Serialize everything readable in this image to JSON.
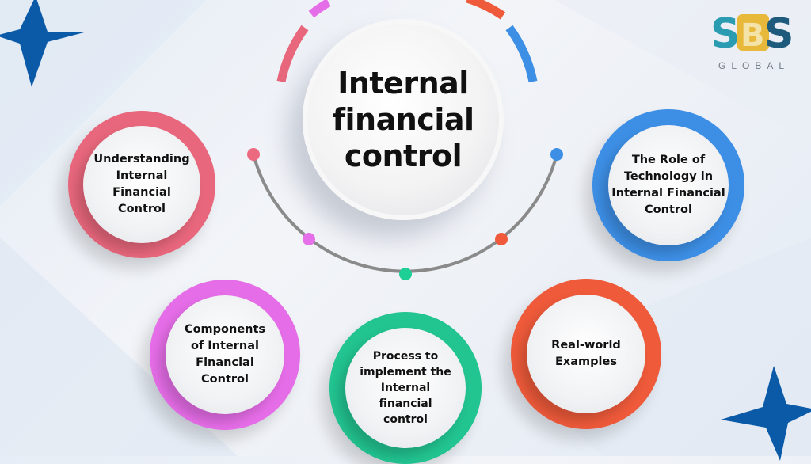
{
  "brand": {
    "logo_letters": [
      "S",
      "B",
      "S"
    ],
    "logo_subtitle": "GLOBAL",
    "colors": {
      "teal": "#2a9bb0",
      "yellow": "#e8b83a",
      "navy": "#1d5a7c",
      "subtitle": "#6f7a80"
    }
  },
  "center": {
    "title_lines": [
      "Internal",
      "financial",
      "control"
    ]
  },
  "topics": [
    {
      "id": "understanding",
      "label": "Understanding Internal Financial Control",
      "lines": [
        "Understanding",
        "Internal",
        "Financial",
        "Control"
      ],
      "color": "#e8677c"
    },
    {
      "id": "components",
      "label": "Components of Internal Financial Control",
      "lines": [
        "Components",
        "of Internal",
        "Financial",
        "Control"
      ],
      "color": "#e66de8"
    },
    {
      "id": "process",
      "label": "Process to implement the Internal financial control",
      "lines": [
        "Process to",
        "implement the",
        "Internal",
        "financial",
        "control"
      ],
      "color": "#22c490"
    },
    {
      "id": "real-world",
      "label": "Real-world Examples",
      "lines": [
        "Real-world",
        "Examples"
      ],
      "color": "#ee5a3a"
    },
    {
      "id": "technology",
      "label": "The Role of Technology in Internal Financial Control",
      "lines": [
        "The Role of",
        "Technology in",
        "Internal Financial",
        "Control"
      ],
      "color": "#3d8fe6"
    }
  ],
  "connector": {
    "arc_color": "#8a8a8a",
    "dots": [
      "#ec6a80",
      "#e670ea",
      "#1ecf95",
      "#f05a3a",
      "#3d8fe6"
    ]
  },
  "decor": {
    "star_color": "#0a5aa8",
    "top_arc_colors": [
      "#e8677c",
      "#e66de8",
      "#ee5a3a",
      "#3d8fe6"
    ]
  }
}
